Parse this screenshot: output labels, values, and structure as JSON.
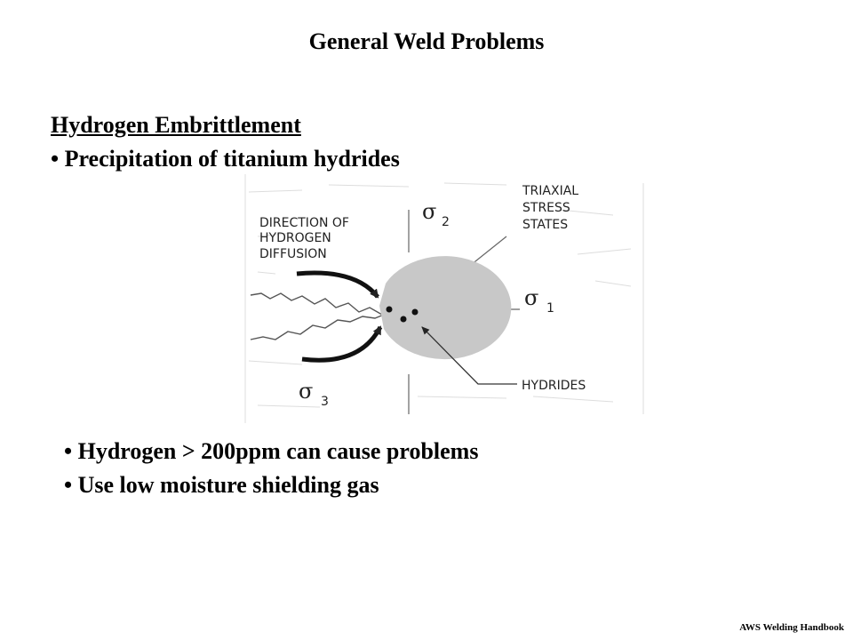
{
  "slide": {
    "title": "General Weld Problems",
    "heading": "Hydrogen Embrittlement",
    "bullets_top": [
      "• Precipitation of titanium hydrides"
    ],
    "bullets_bottom": [
      "• Hydrogen > 200ppm can cause problems",
      "• Use low moisture shielding gas"
    ],
    "footer": "AWS Welding Handbook"
  },
  "diagram": {
    "labels": {
      "direction_line1": "DIRECTION OF",
      "direction_line2": "HYDROGEN",
      "direction_line3": "DIFFUSION",
      "triaxial_line1": "TRIAXIAL",
      "triaxial_line2": "STRESS",
      "triaxial_line3": "STATES",
      "hydrides": "HYDRIDES",
      "sigma": "σ",
      "sub1": "1",
      "sub2": "2",
      "sub3": "3"
    },
    "colors": {
      "zone_fill": "#c8c8c8",
      "ink": "#222222"
    }
  }
}
